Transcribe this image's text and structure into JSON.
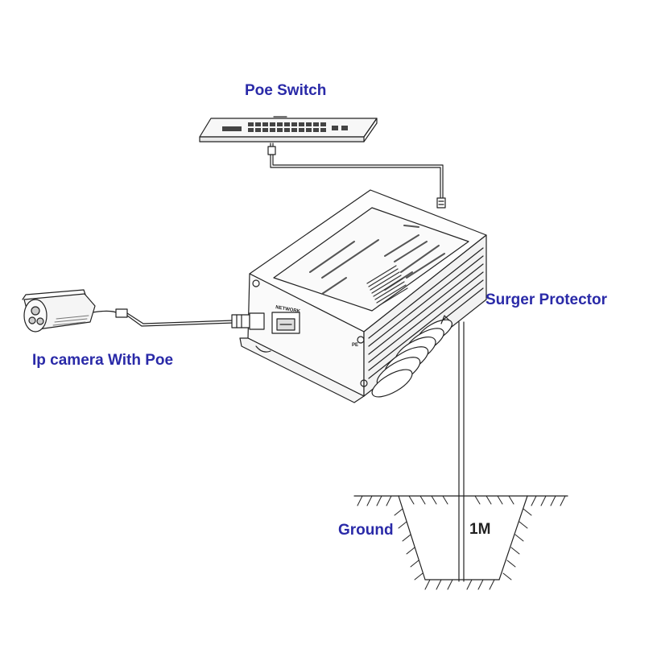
{
  "labels": {
    "poe_switch": "Poe Switch",
    "surge_protector": "Surger Protector",
    "ip_camera": "Ip camera With Poe",
    "ground": "Ground",
    "depth": "1M"
  },
  "device_text": {
    "network_port": "NETWORK",
    "pe_terminal": "PE"
  },
  "colors": {
    "label": "#2a2aa8",
    "line": "#222222"
  }
}
